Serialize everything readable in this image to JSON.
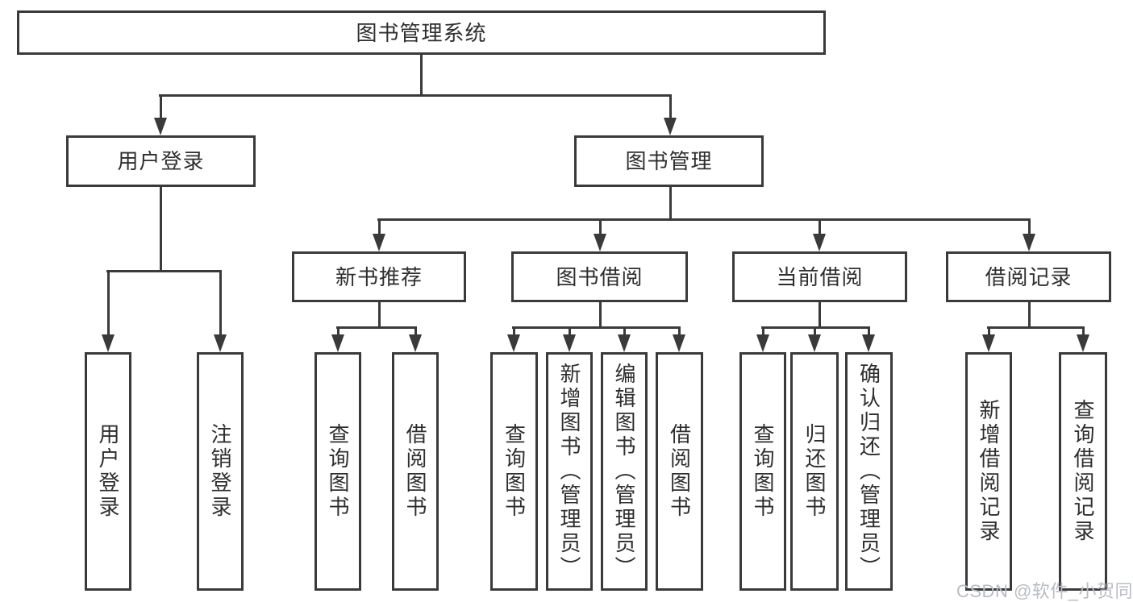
{
  "diagram": {
    "watermark": "CSDN @软件_小贺同学",
    "colors": {
      "line": "#3a3a3a",
      "text": "#2e2e2e",
      "watermark": "#b9bcc2",
      "background": "#ffffff"
    },
    "tree": {
      "label": "图书管理系统",
      "children": [
        {
          "label": "用户登录",
          "children": [
            {
              "label": "用户登录"
            },
            {
              "label": "注销登录"
            }
          ]
        },
        {
          "label": "图书管理",
          "children": [
            {
              "label": "新书推荐",
              "children": [
                {
                  "label": "查询图书"
                },
                {
                  "label": "借阅图书"
                }
              ]
            },
            {
              "label": "图书借阅",
              "children": [
                {
                  "label": "查询图书"
                },
                {
                  "label": "新增图书（管理员）"
                },
                {
                  "label": "编辑图书（管理员）"
                },
                {
                  "label": "借阅图书"
                }
              ]
            },
            {
              "label": "当前借阅",
              "children": [
                {
                  "label": "查询图书"
                },
                {
                  "label": "归还图书"
                },
                {
                  "label": "确认归还（管理员）"
                }
              ]
            },
            {
              "label": "借阅记录",
              "children": [
                {
                  "label": "新增借阅记录"
                },
                {
                  "label": "查询借阅记录"
                }
              ]
            }
          ]
        }
      ]
    }
  }
}
